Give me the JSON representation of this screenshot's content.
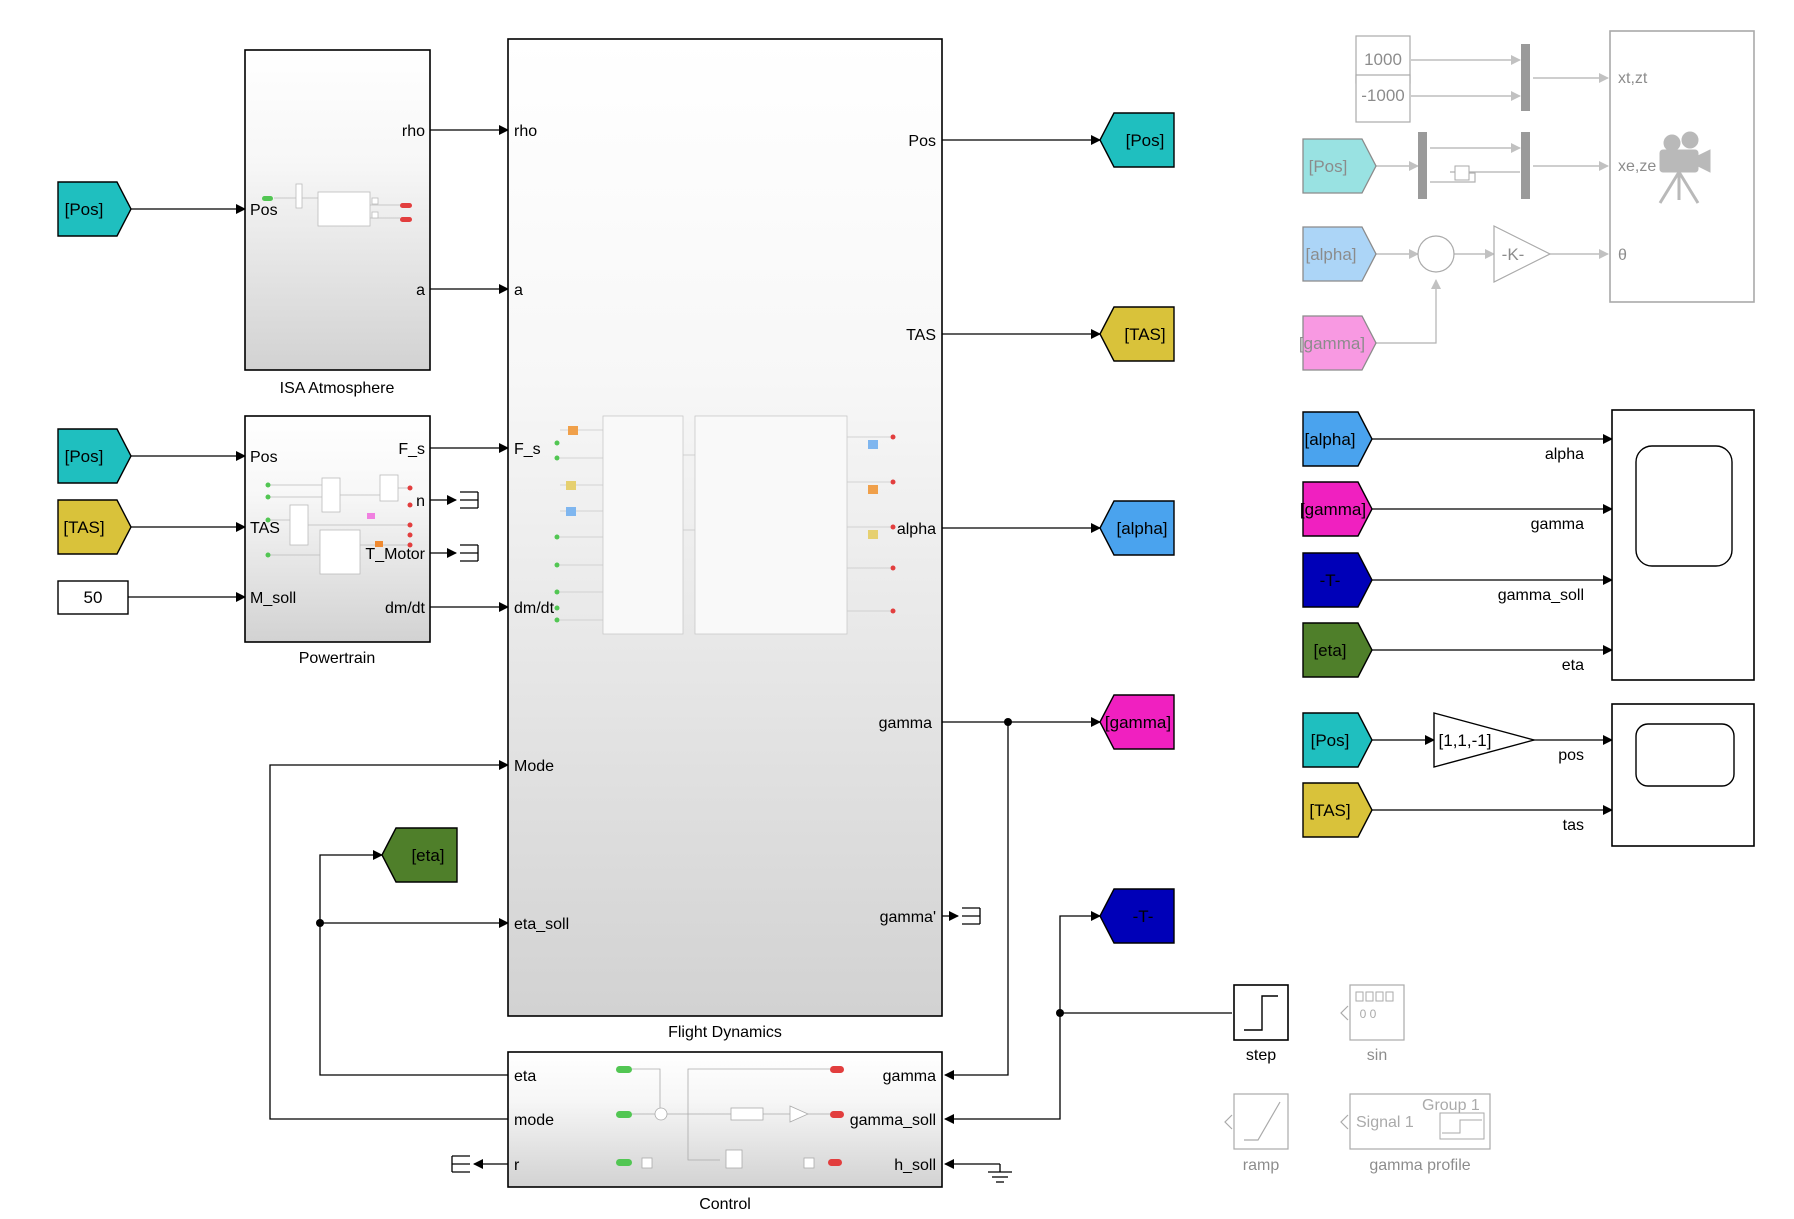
{
  "colors": {
    "pos_tag": "#1fbfbf",
    "tas_tag": "#d9c23a",
    "alpha_tag": "#4aa3ee",
    "gamma_tag": "#f020c0",
    "t_tag": "#0000b8",
    "eta_tag": "#4f7f2a",
    "line": "#000000",
    "block_fill_top": "#ffffff",
    "block_fill_bottom": "#d6d6d6"
  },
  "blocks": {
    "isa": {
      "name": "ISA Atmosphere",
      "in_pos": "Pos",
      "out_rho": "rho",
      "out_a": "a"
    },
    "powertrain": {
      "name": "Powertrain",
      "in_pos": "Pos",
      "in_tas": "TAS",
      "in_msoll": "M_soll",
      "out_fs": "F_s",
      "out_n": "n",
      "out_tmotor": "T_Motor",
      "out_dmdt": "dm/dt"
    },
    "flight": {
      "name": "Flight Dynamics",
      "in_rho": "rho",
      "in_a": "a",
      "in_fs": "F_s",
      "in_dmdt": "dm/dt",
      "in_mode": "Mode",
      "in_eta": "eta_soll",
      "out_pos": "Pos",
      "out_tas": "TAS",
      "out_alpha": "alpha",
      "out_gamma": "gamma",
      "out_gammadot": "gamma'"
    },
    "control": {
      "name": "Control",
      "out_eta": "eta",
      "out_mode": "mode",
      "out_r": "r",
      "in_gamma": "gamma",
      "in_gammasoll": "gamma_soll",
      "in_hsoll": "h_soll"
    },
    "const50": {
      "value": "50"
    },
    "step": {
      "name": "step"
    },
    "sin": {
      "name": "sin",
      "inner": "0 0"
    },
    "ramp": {
      "name": "ramp"
    },
    "gamma_profile": {
      "name": "gamma profile",
      "group": "Group 1",
      "signal": "Signal 1"
    },
    "gain_k": {
      "label": "-K-"
    },
    "gain_pos": {
      "label": "[1,1,-1]"
    },
    "const_1000": {
      "value": "1000"
    },
    "const_m1000": {
      "value": "-1000"
    },
    "anim": {
      "xt": "xt,zt",
      "xe": "xe,ze",
      "theta": "θ"
    },
    "scope1": {
      "in1": "alpha",
      "in2": "gamma",
      "in3": "gamma_soll",
      "in4": "eta"
    },
    "scope2": {
      "in1": "pos",
      "in2": "tas"
    }
  },
  "tags": {
    "from_pos_isa": "[Pos]",
    "from_pos_pt": "[Pos]",
    "from_tas_pt": "[TAS]",
    "goto_pos": "[Pos]",
    "goto_tas": "[TAS]",
    "goto_alpha": "[alpha]",
    "goto_gamma": "[gamma]",
    "goto_t": "-T-",
    "goto_eta": "[eta]",
    "anim_pos": "[Pos]",
    "anim_alpha": "[alpha]",
    "anim_gamma": "[gamma]",
    "sc_alpha": "[alpha]",
    "sc_gamma": "[gamma]",
    "sc_t": "-T-",
    "sc_eta": "[eta]",
    "sc_pos": "[Pos]",
    "sc_tas": "[TAS]"
  }
}
